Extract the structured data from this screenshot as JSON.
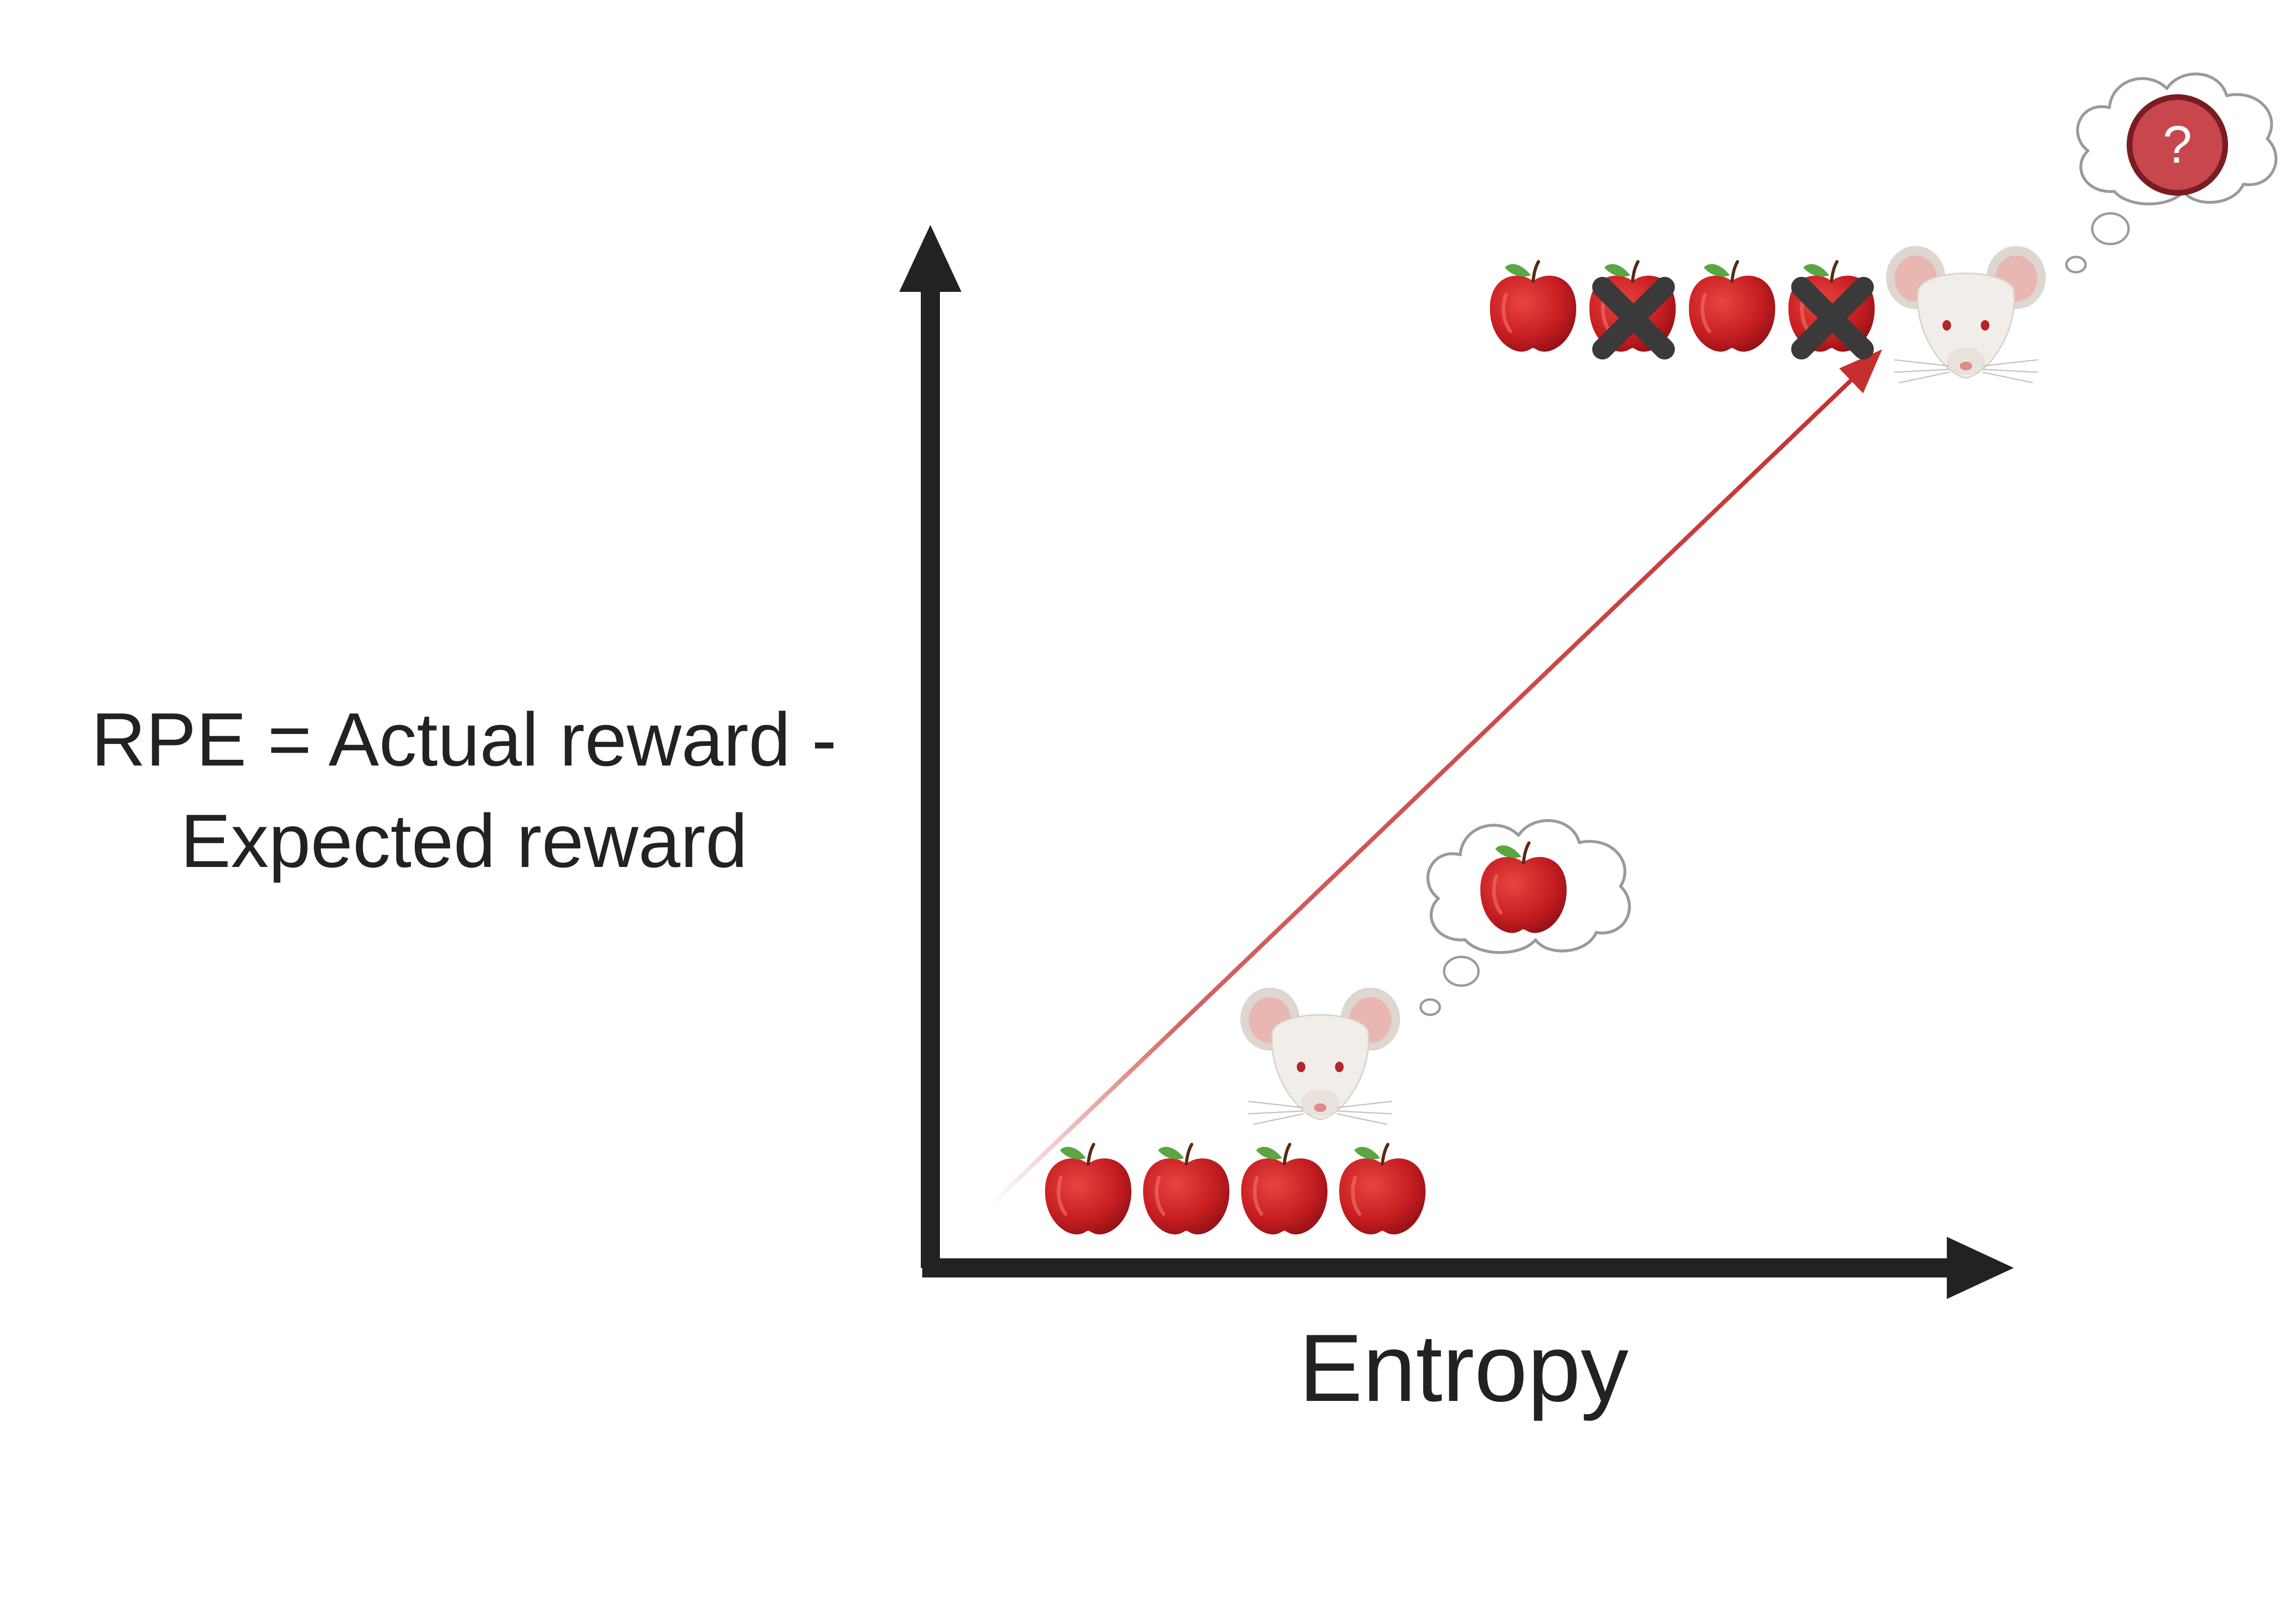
{
  "labels": {
    "y_axis_line1": "RPE = Actual reward -",
    "y_axis_line2": "Expected reward",
    "x_axis": "Entropy",
    "thought_question": "?"
  },
  "scenes": {
    "low_entropy": {
      "apples": [
        "apple",
        "apple",
        "apple",
        "apple"
      ],
      "thought": "apple"
    },
    "high_entropy": {
      "apples": [
        "apple",
        "crossed-apple",
        "apple",
        "crossed-apple"
      ],
      "thought": "question-mark"
    }
  },
  "icons": [
    "apple-icon",
    "cross-icon",
    "mouse-icon",
    "thought-bubble-icon",
    "question-mark-icon",
    "arrow-icon"
  ],
  "colors": {
    "axis": "#222222",
    "trend_arrow": "#c62f2f",
    "apple": "#c81e22",
    "leaf": "#5aa642",
    "cross": "#3a3a3a",
    "mouse_fur": "#f1ede9",
    "mouse_ear": "#e8b7b1",
    "question_circle": "#c8474c"
  }
}
